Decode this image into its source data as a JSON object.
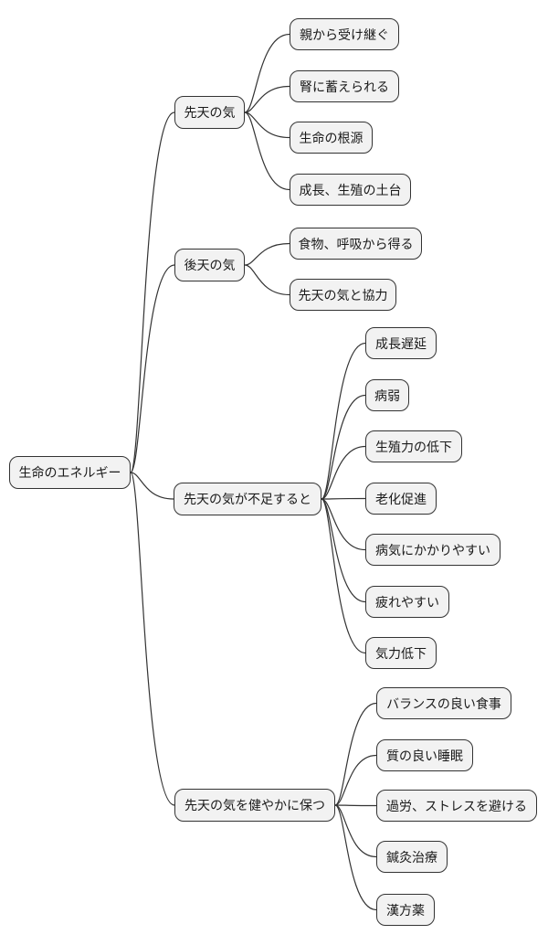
{
  "colors": {
    "background": "#ffffff",
    "node_fill": "#f2f2f2",
    "node_border": "#333333",
    "edge": "#333333",
    "text": "#1a1a1a"
  },
  "diagram": {
    "type": "mindmap",
    "root": {
      "label": "生命のエネルギー"
    },
    "branches": [
      {
        "label": "先天の気",
        "children": [
          {
            "label": "親から受け継ぐ"
          },
          {
            "label": "腎に蓄えられる"
          },
          {
            "label": "生命の根源"
          },
          {
            "label": "成長、生殖の土台"
          }
        ]
      },
      {
        "label": "後天の気",
        "children": [
          {
            "label": "食物、呼吸から得る"
          },
          {
            "label": "先天の気と協力"
          }
        ]
      },
      {
        "label": "先天の気が不足すると",
        "children": [
          {
            "label": "成長遅延"
          },
          {
            "label": "病弱"
          },
          {
            "label": "生殖力の低下"
          },
          {
            "label": "老化促進"
          },
          {
            "label": "病気にかかりやすい"
          },
          {
            "label": "疲れやすい"
          },
          {
            "label": "気力低下"
          }
        ]
      },
      {
        "label": "先天の気を健やかに保つ",
        "children": [
          {
            "label": "バランスの良い食事"
          },
          {
            "label": "質の良い睡眠"
          },
          {
            "label": "過労、ストレスを避ける"
          },
          {
            "label": "鍼灸治療"
          },
          {
            "label": "漢方薬"
          }
        ]
      }
    ]
  }
}
